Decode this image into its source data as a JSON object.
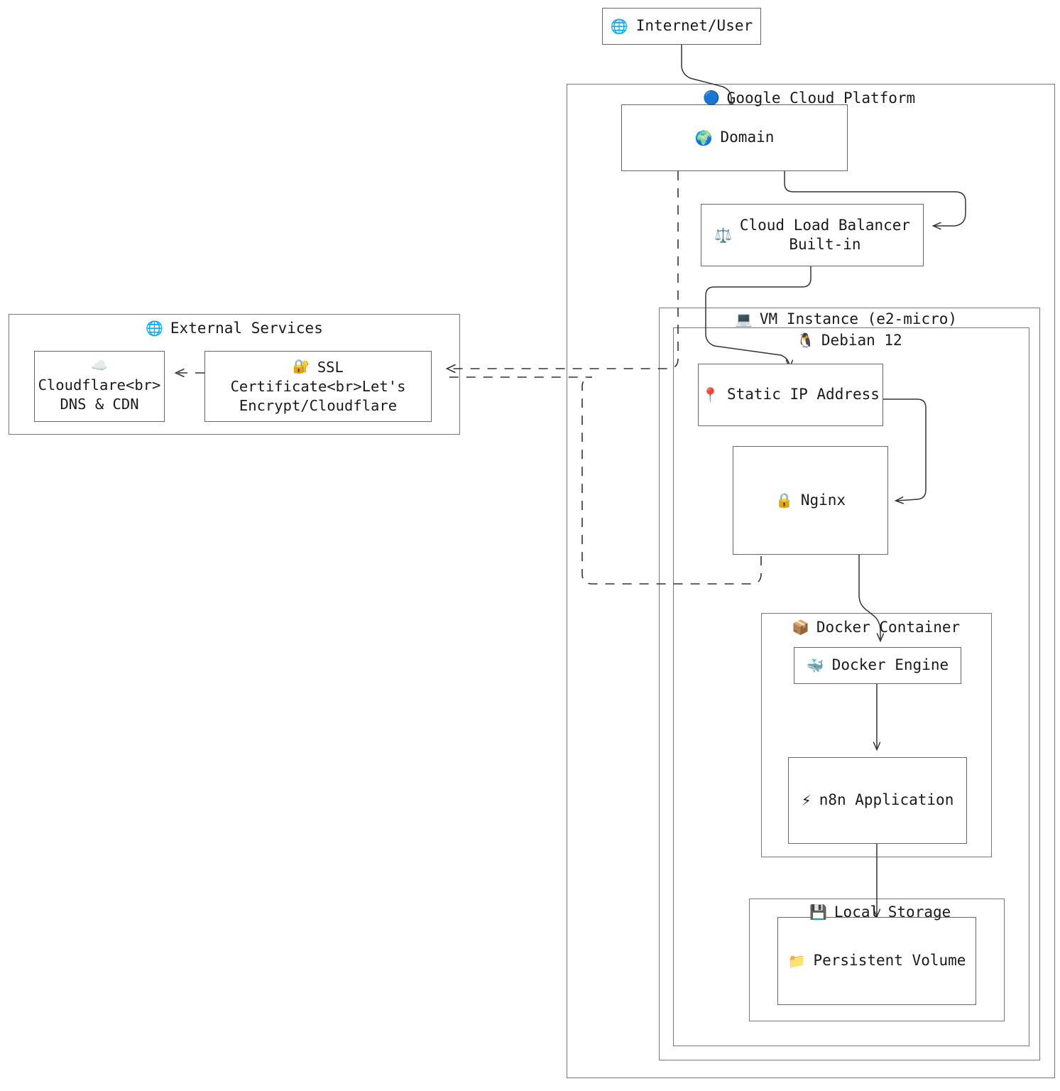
{
  "diagram": {
    "title": "n8n on Google Cloud Platform architecture",
    "type": "flowchart",
    "colors": {
      "node_border": "#666666",
      "group_border": "#777777",
      "edge": "#333333",
      "background": "#ffffff",
      "text": "#1a1a1a"
    }
  },
  "nodes": {
    "internet": {
      "label": "Internet/User",
      "icon": "globe-icon",
      "glyph": "🌐"
    },
    "domain": {
      "label": "Domain",
      "icon": "earth-globe-icon",
      "glyph": "🌍"
    },
    "load_balancer": {
      "label": "Cloud Load Balancer\nBuilt-in",
      "icon": "balance-scale-icon",
      "glyph": "⚖️"
    },
    "static_ip": {
      "label": "Static IP Address",
      "icon": "pushpin-icon",
      "glyph": "📍"
    },
    "nginx": {
      "label": "Nginx",
      "icon": "lock-icon",
      "glyph": "🔒"
    },
    "docker_engine": {
      "label": "Docker Engine",
      "icon": "whale-icon",
      "glyph": "🐳"
    },
    "n8n_app": {
      "label": "n8n Application",
      "icon": "lightning-bolt-icon",
      "glyph": "⚡"
    },
    "persistent_volume": {
      "label": "Persistent Volume",
      "icon": "folder-icon",
      "glyph": "📁"
    },
    "cloudflare": {
      "label": "Cloudflare<br>DNS & CDN",
      "icon": "cloud-icon",
      "glyph": "☁️"
    },
    "ssl_certificate": {
      "label": "SSL\nCertificate<br>Let's\nEncrypt/Cloudflare",
      "icon": "closed-lock-with-key-icon",
      "glyph": "🔐"
    }
  },
  "groups": {
    "gcp": {
      "label": "Google Cloud Platform",
      "icon": "blue-circle-icon",
      "glyph": "🔵"
    },
    "vm_instance": {
      "label": "VM Instance (e2-micro)",
      "icon": "laptop-icon",
      "glyph": "💻"
    },
    "debian": {
      "label": "Debian 12",
      "icon": "penguin-icon",
      "glyph": "🐧"
    },
    "docker_container": {
      "label": "Docker Container",
      "icon": "package-icon",
      "glyph": "📦"
    },
    "local_storage": {
      "label": "Local Storage",
      "icon": "floppy-disk-icon",
      "glyph": "💾"
    },
    "external_services": {
      "label": "External Services",
      "icon": "globe-icon",
      "glyph": "🌐"
    }
  },
  "edges": [
    {
      "from": "internet",
      "to": "domain",
      "style": "solid",
      "arrow": true
    },
    {
      "from": "domain",
      "to": "load_balancer",
      "style": "solid",
      "arrow": true
    },
    {
      "from": "load_balancer",
      "to": "static_ip",
      "style": "solid",
      "arrow": true
    },
    {
      "from": "static_ip",
      "to": "nginx",
      "style": "solid",
      "arrow": true
    },
    {
      "from": "nginx",
      "to": "docker_engine",
      "style": "solid",
      "arrow": true
    },
    {
      "from": "docker_engine",
      "to": "n8n_app",
      "style": "solid",
      "arrow": true
    },
    {
      "from": "n8n_app",
      "to": "persistent_volume",
      "style": "solid",
      "arrow": true
    },
    {
      "from": "domain",
      "to": "ssl_certificate",
      "style": "dashed",
      "arrow": true
    },
    {
      "from": "nginx",
      "to": "ssl_certificate",
      "style": "dashed",
      "arrow": true
    },
    {
      "from": "ssl_certificate",
      "to": "cloudflare",
      "style": "dashed",
      "arrow": true
    }
  ]
}
